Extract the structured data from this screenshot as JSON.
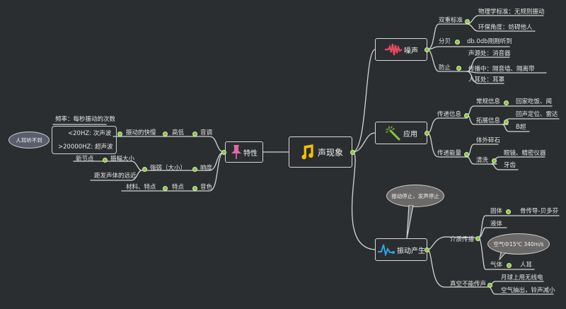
{
  "central": {
    "label": "声现象",
    "icon": "music-note-icon",
    "icon_color": "#f2c200"
  },
  "branches": {
    "noise": {
      "label": "噪声",
      "icon": "sound-wave-icon",
      "icon_color": "#e84a5f",
      "children": [
        {
          "label": "双重标准",
          "children": [
            "物理学标准：无规则振动",
            "环保角度：妨碍他人"
          ]
        },
        {
          "label": "分贝",
          "children": [
            "db.0db刚刚听到"
          ]
        },
        {
          "label": "防止",
          "children": [
            "声源处：消音器",
            "传播中：隔音墙、隔离带",
            "人耳处：耳罩"
          ]
        }
      ]
    },
    "application": {
      "label": "应用",
      "icon": "magic-wand-icon",
      "icon_color": "#8cc63f",
      "children": [
        {
          "label": "传递信息",
          "children": [
            {
              "label": "常规信息",
              "children": [
                "回家吃饭、闻"
              ]
            },
            {
              "label": "拓展信息",
              "children": [
                "回声定位、雷达",
                "B超"
              ]
            }
          ]
        },
        {
          "label": "传递能量",
          "children": [
            {
              "label": "体外碎石",
              "children": []
            },
            {
              "label": "清洗",
              "children": [
                "眼镜、精密仪器",
                "牙齿"
              ]
            }
          ]
        }
      ]
    },
    "vibration": {
      "label": "振动产生",
      "icon": "heartbeat-icon",
      "icon_color": "#29a8e0",
      "callout": "振动停止，发声停止",
      "children": [
        {
          "label": "介质传播",
          "children": [
            {
              "label": "固体",
              "children": [
                "骨传导-贝多芬"
              ]
            },
            {
              "label": "液体",
              "children": []
            },
            {
              "label": "气体",
              "children": [
                "人耳"
              ],
              "callout": "空气中15℃ 340m/s"
            }
          ]
        },
        {
          "label": "真空不能传声",
          "children": [
            "月球上用无线电",
            "空气抽出，铃声减小"
          ]
        }
      ]
    },
    "features": {
      "label": "特性",
      "icon": "pushpin-icon",
      "icon_color": "#e06aa8",
      "children": [
        {
          "label": "音调",
          "via": "高低",
          "cause": "振动的快慢",
          "frequency_note": "频率：每秒振动的次数",
          "inaudible_callout": "人耳听不到",
          "ranges": [
            "<20HZ: 次声波",
            ">20000HZ: 超声波"
          ]
        },
        {
          "label": "响度",
          "via": "强弱（大小）",
          "causes": [
            {
              "label": "振幅大小",
              "extra": "新节点"
            },
            {
              "label": "距发声体的远近"
            }
          ]
        },
        {
          "label": "音色",
          "via": "特点",
          "cause": "材料、特点"
        }
      ]
    }
  },
  "colors": {
    "background": "#2b2e30",
    "line": "#d8d8d8",
    "collapse_dot": "#8cc63f"
  }
}
